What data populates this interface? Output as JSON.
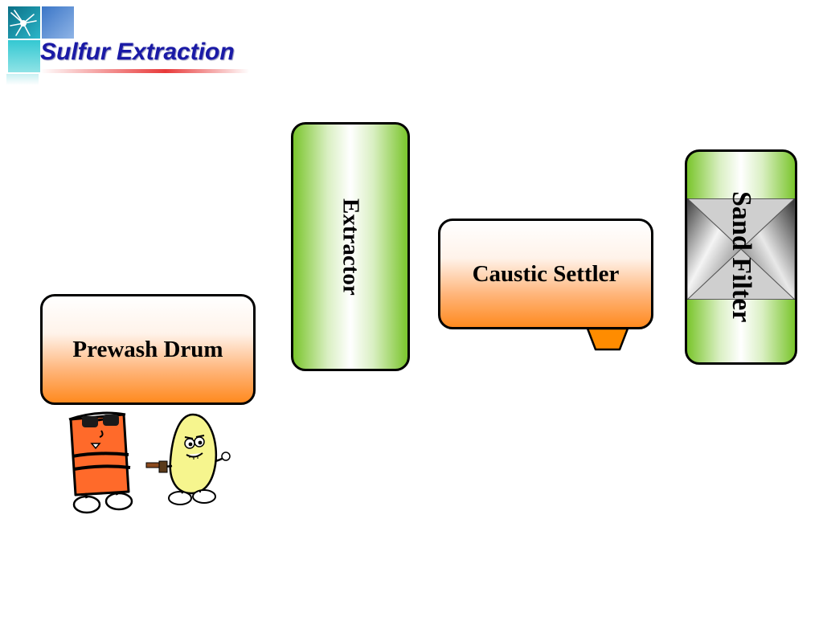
{
  "slide": {
    "title": "Sulfur Extraction"
  },
  "diagram": {
    "units": [
      {
        "id": "prewash_drum",
        "label": "Prewash Drum"
      },
      {
        "id": "extractor",
        "label": "Extractor"
      },
      {
        "id": "caustic_settler",
        "label": "Caustic Settler"
      },
      {
        "id": "sand_filter",
        "label": "Sand Filter"
      }
    ]
  },
  "colors": {
    "title": "#1a1aa6",
    "vessel_orange": "#ff8a1f",
    "vessel_green": "#7ac52c",
    "outline": "#000000"
  },
  "icons": {
    "logo": "company-logo-icon",
    "drum_character": "drum-mascot-icon",
    "sulfur_character": "egg-mascot-icon"
  }
}
